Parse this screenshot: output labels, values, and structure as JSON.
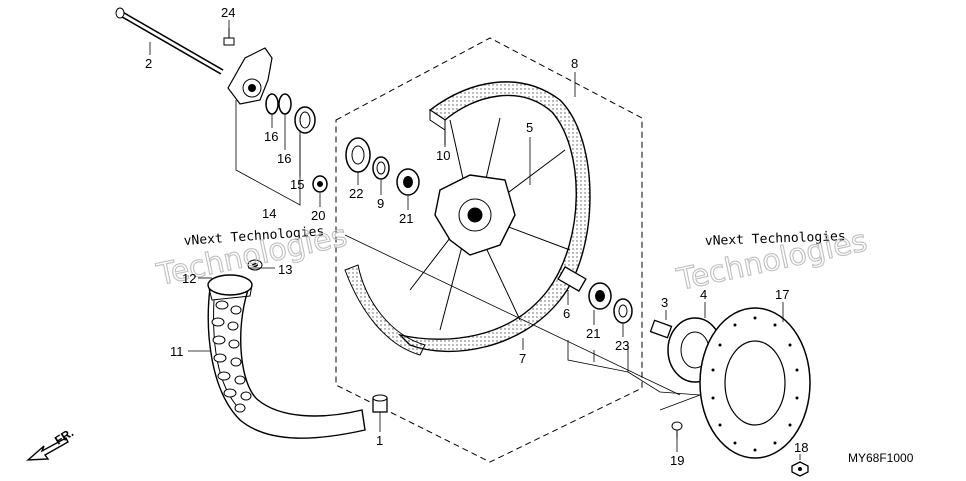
{
  "diagram": {
    "code": "MY68F1000",
    "direction_label": "FR.",
    "watermarks": [
      {
        "small": "vNext Technologies",
        "big": "Technologies"
      },
      {
        "small": "vNext Technologies",
        "big": "Technologies"
      }
    ],
    "callouts": [
      "24",
      "2",
      "16",
      "16",
      "15",
      "14",
      "20",
      "22",
      "9",
      "21",
      "10",
      "5",
      "8",
      "13",
      "12",
      "11",
      "6",
      "21",
      "23",
      "7",
      "3",
      "4",
      "17",
      "1",
      "19",
      "18"
    ]
  }
}
